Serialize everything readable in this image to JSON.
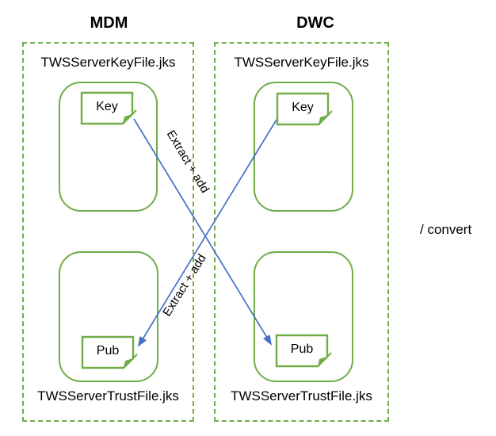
{
  "colors": {
    "green": "#70AD47",
    "blue": "#4472C4",
    "text": "#000000"
  },
  "columns": [
    {
      "id": "mdm",
      "title": "MDM",
      "keystore_file": "TWSServerKeyFile.jks",
      "truststore_file": "TWSServerTrustFile.jks",
      "key_label": "Key",
      "pub_label": "Pub"
    },
    {
      "id": "dwc",
      "title": "DWC",
      "keystore_file": "TWSServerKeyFile.jks",
      "truststore_file": "TWSServerTrustFile.jks",
      "key_label": "Key",
      "pub_label": "Pub"
    }
  ],
  "arrows": [
    {
      "label": "Extract + add",
      "from": "mdm-key",
      "to": "dwc-pub"
    },
    {
      "label": "Extract + add",
      "from": "dwc-key",
      "to": "mdm-pub"
    }
  ],
  "side_note": "/ convert"
}
